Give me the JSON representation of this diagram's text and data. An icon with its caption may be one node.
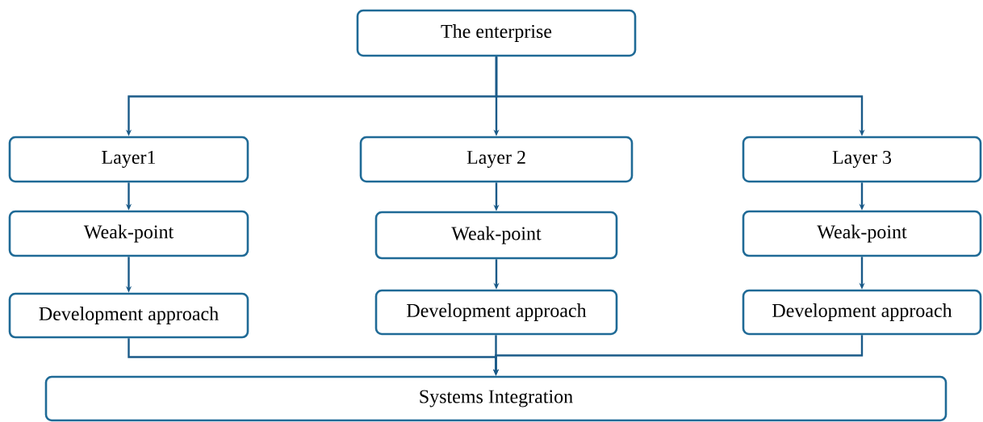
{
  "diagram": {
    "nodes": [
      {
        "text": [
          "The enterprise"
        ]
      },
      {
        "text": [
          "Layer1"
        ]
      },
      {
        "text": [
          "Layer 2"
        ]
      },
      {
        "text": [
          "Layer 3"
        ]
      },
      {
        "text": [
          "Weak-point"
        ]
      },
      {
        "text": [
          "Weak-point"
        ]
      },
      {
        "text": [
          "Weak-point"
        ]
      },
      {
        "text": [
          "Development approach"
        ]
      },
      {
        "text": [
          "Development approach"
        ]
      },
      {
        "text": [
          "Development approach"
        ]
      },
      {
        "text": [
          "Systems Integration"
        ]
      }
    ],
    "edges": [
      {
        "from": 0,
        "to": 1,
        "arrow": "to"
      },
      {
        "from": 0,
        "to": 2,
        "arrow": "to"
      },
      {
        "from": 0,
        "to": 3,
        "arrow": "to"
      },
      {
        "from": 1,
        "to": 4,
        "arrow": "to"
      },
      {
        "from": 2,
        "to": 5,
        "arrow": "to"
      },
      {
        "from": 3,
        "to": 6,
        "arrow": "to"
      },
      {
        "from": 4,
        "to": 7,
        "arrow": "to"
      },
      {
        "from": 5,
        "to": 8,
        "arrow": "to"
      },
      {
        "from": 6,
        "to": 9,
        "arrow": "to"
      },
      {
        "from": 7,
        "to": 10,
        "arrow": "to"
      },
      {
        "from": 8,
        "to": 10,
        "arrow": "to"
      },
      {
        "from": 9,
        "to": 10,
        "arrow": "to"
      }
    ]
  }
}
